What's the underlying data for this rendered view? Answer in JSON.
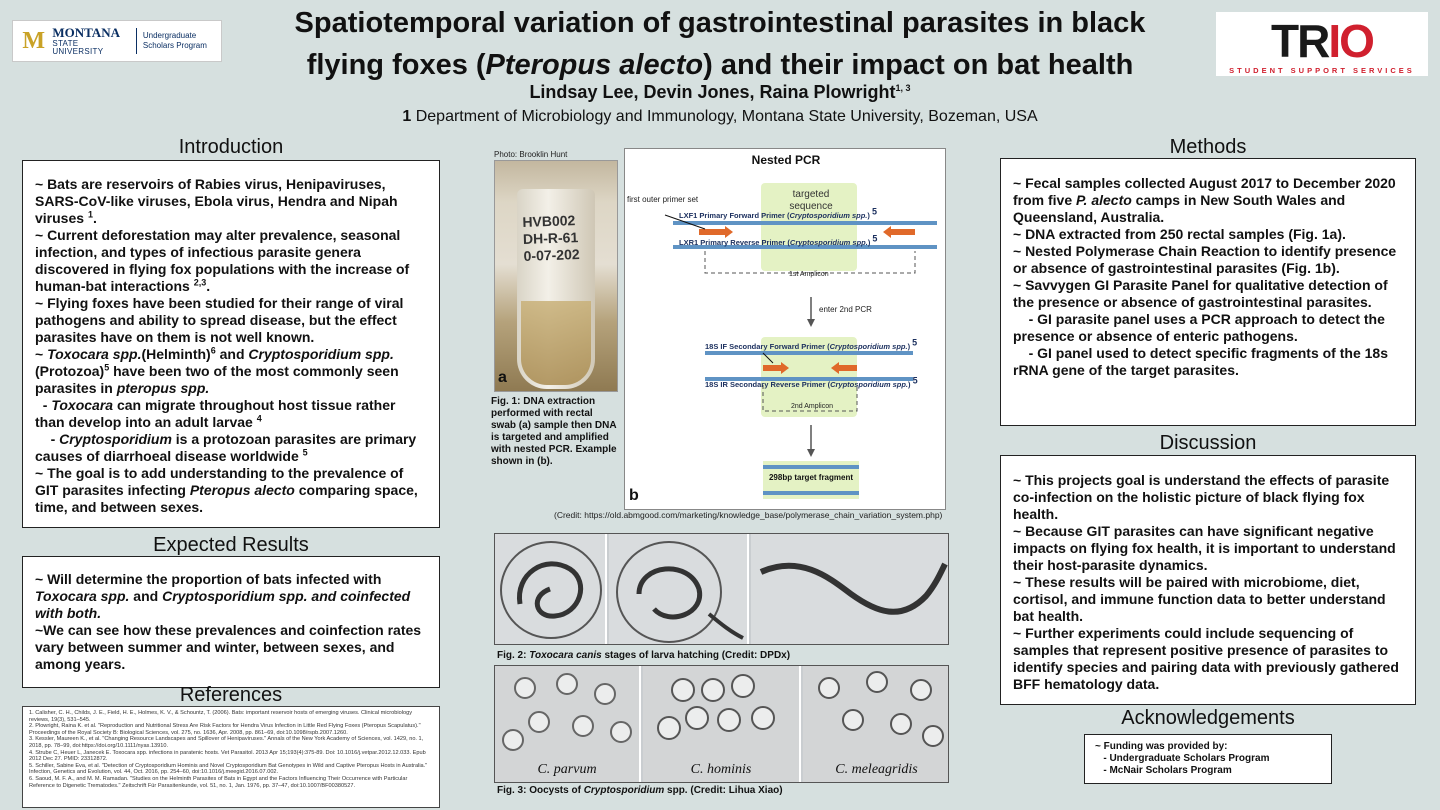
{
  "header": {
    "title_line1": "Spatiotemporal variation of gastrointestinal parasites in black",
    "title_line2_pre": "flying foxes (",
    "title_line2_italic": "Pteropus alecto",
    "title_line2_post": ") and their impact on bat health",
    "authors": "Lindsay Lee, Devin Jones, Raina Plowright",
    "authors_sup": "1, 3",
    "affil_num": "1",
    "affil_text": " Department of Microbiology and Immunology, Montana State University, Bozeman, USA",
    "logo_msu_line1": "MONTANA",
    "logo_msu_line2": "STATE UNIVERSITY",
    "logo_msu_program": "Undergraduate Scholars Program",
    "logo_msu_mark": "M",
    "logo_trio_word": "TRIO",
    "logo_trio_sub": "STUDENT SUPPORT SERVICES"
  },
  "introduction": {
    "heading": "Introduction",
    "p1": "~ Bats are reservoirs of Rabies virus, Henipaviruses, SARS-CoV-like viruses, Ebola virus,  Hendra and Nipah viruses ",
    "p1_sup": "1",
    "p1_end": ".",
    "p2": "~ Current deforestation may alter prevalence, seasonal infection, and types of infectious parasite genera discovered in flying fox populations with the increase of human-bat interactions ",
    "p2_sup": "2,3",
    "p2_end": ".",
    "p3": "~ Flying foxes have been studied for their range of viral pathogens and ability to spread disease, but the effect parasites have on them is not well known.",
    "p4_a": "~ ",
    "p4_b": "Toxocara spp.",
    "p4_c": "(Helminth)",
    "p4_sup1": "6",
    "p4_d": " and ",
    "p4_e": "Cryptosporidium spp.",
    "p4_f": " (Protozoa)",
    "p4_sup2": "5",
    "p4_g": " have been two of the most commonly seen parasites in ",
    "p4_h": "pteropus spp.",
    "p5_a": "  - ",
    "p5_b": "Toxocara",
    "p5_c": " can migrate throughout host tissue rather than develop into an adult larvae ",
    "p5_sup": "4",
    "p6_a": "    - ",
    "p6_b": "Cryptosporidium",
    "p6_c": " is a protozoan parasites are primary causes of diarrhoeal disease worldwide ",
    "p6_sup": "5",
    "p7_a": "~ The goal is to add understanding  to the prevalence of GIT parasites infecting ",
    "p7_b": "Pteropus alecto",
    "p7_c": " comparing space, time, and between sexes."
  },
  "expected": {
    "heading": "Expected Results",
    "p1_a": "~ Will determine the proportion of bats infected with ",
    "p1_b": "Toxocara spp.",
    "p1_c": " and ",
    "p1_d": "Cryptosporidium spp. and coinfected with both.",
    "p2": "~We can see how these prevalences and coinfection rates vary between summer and winter, between sexes, and among years."
  },
  "references": {
    "heading": "References",
    "items": [
      "1. Calisher, C. H., Childs, J. E., Field, H. E., Holmes, K. V., & Schountz, T. (2006). Bats: important reservoir hosts of emerging viruses. Clinical microbiology reviews, 19(3), 531–545.",
      "2. Plowright, Raina K. et al. \"Reproduction and Nutritional Stress Are Risk Factors for Hendra Virus Infection in Little Red Flying Foxes (Pteropus Scapulatus).\" Proceedings of the Royal Society B: Biological Sciences, vol. 275, no. 1636, Apr. 2008, pp. 861–69, doi:10.1098/rspb.2007.1260.",
      "3. Kessler, Maureen K., et al. \"Changing Resource Landscapes and Spillover of Henipaviruses.\" Annals of the New York Academy of Sciences, vol. 1429, no. 1, 2018, pp. 78–99, doi:https://doi.org/10.1111/nyas.13910.",
      "4. Strube C, Heuer L, Janecek E. Toxocara spp. infections in paratenic hosts. Vet Parasitol. 2013 Apr 15;193(4):375-89. Doi: 10.1016/j.vetpar.2012.12.033. Epub 2012 Dec 27. PMID: 23312872.",
      "5. Schiller, Sabine Eva, et al. \"Detection of Cryptosporidium Hominis and Novel Cryptosporidium Bat Genotypes in Wild and Captive Pteropus Hosts in Australia.\" Infection, Genetics and Evolution, vol. 44, Oct. 2016, pp. 254–60, doi:10.1016/j.meegid.2016.07.002.",
      "6. Saoud, M. F. A., and M. M. Ramadan. \"Studies on the Helminth Parasites of Bats in Egypt and the Factors Influencing Their Occurrence with Particular Reference to Digenetic Trematodes.\" Zeitschrift Für Parasitenkunde, vol. 51, no. 1, Jan. 1976, pp. 37–47, doi:10.1007/BF00380527."
    ]
  },
  "figure1": {
    "photo_credit": "Photo: Brooklin Hunt",
    "tube_label_lines": [
      "HVB002",
      "DH-R-61",
      "0-07-202"
    ],
    "label_a": "a",
    "label_b": "b",
    "caption": "Fig. 1: DNA extraction performed with rectal swab (a) sample then DNA is targeted and amplified  with nested PCR. Example shown in (b).",
    "pcr_title": "Nested PCR",
    "pcr_targeted": "targeted sequence",
    "pcr_outer": "first outer primer set",
    "pcr_lxf1_pre": "LXF1 Primary Forward Primer (",
    "pcr_lxf1_it": "Cryptosporidium spp.",
    "pcr_lxf1_post": ")",
    "pcr_lxf1_sup": "5",
    "pcr_lxr1_pre": "LXR1 Primary Reverse Primer (",
    "pcr_lxr1_it": "Cryptosporidium spp.",
    "pcr_lxr1_post": ")",
    "pcr_lxr1_sup": "5",
    "pcr_amplicon1": "1st Amplicon",
    "pcr_enter2": "enter 2nd PCR",
    "pcr_18sif_pre": "18S IF Secondary Forward Primer (",
    "pcr_18sif_it": "Cryptosporidium spp.",
    "pcr_18sif_post": ")",
    "pcr_18sif_sup": "5",
    "pcr_18sir_pre": "18S IR Secondary Reverse Primer (",
    "pcr_18sir_it": "Cryptosporidium spp.",
    "pcr_18sir_post": ")",
    "pcr_18sir_sup": "5",
    "pcr_amplicon2": "2nd Amplicon",
    "pcr_target": "298bp target fragment",
    "credit": "(Credit: https://old.abmgood.com/marketing/knowledge_base/polymerase_chain_variation_system.php)"
  },
  "figure2": {
    "caption_a": "Fig. 2: ",
    "caption_b": "Toxocara canis",
    "caption_c": " stages of larva hatching (Credit: DPDx)"
  },
  "figure3": {
    "species": [
      "C. parvum",
      "C. hominis",
      "C. meleagridis"
    ],
    "caption_a": "Fig. 3: Oocysts of ",
    "caption_b": "Cryptosporidium",
    "caption_c": " spp. (Credit: Lihua Xiao)"
  },
  "methods": {
    "heading": "Methods",
    "p1_a": "~ Fecal samples collected August 2017 to December 2020 from five ",
    "p1_b": "P. alecto",
    "p1_c": " camps in New South Wales and Queensland, Australia.",
    "p2": "~ DNA extracted from 250 rectal samples (Fig. 1a).",
    "p3": "~ Nested Polymerase Chain Reaction to identify presence or absence of gastrointestinal parasites (Fig. 1b).",
    "p4": "~ Savvygen GI Parasite Panel for qualitative detection of the presence or absence of gastrointestinal parasites.",
    "p5": "    - GI parasite panel uses a PCR approach to detect the presence or absence of enteric pathogens.",
    "p6": "    - GI panel used to detect specific fragments of the 18s rRNA gene of the target parasites."
  },
  "discussion": {
    "heading": "Discussion",
    "p1": "~ This projects goal is understand the effects of parasite co-infection on the holistic picture of black flying fox health.",
    "p2": "~ Because GIT parasites can have significant negative impacts on flying fox health, it is important to understand their host-parasite dynamics.",
    "p3": "~ These results will be paired with microbiome, diet, cortisol, and immune function data to better understand bat health.",
    "p4": "~ Further experiments could include sequencing of samples that represent positive presence of parasites to identify species and pairing data with previously gathered BFF hematology data."
  },
  "acknowledgements": {
    "heading": "Acknowledgements",
    "line1": "~ Funding was provided by:",
    "line2": "   - Undergraduate Scholars Program",
    "line3": "   - McNair Scholars Program"
  }
}
